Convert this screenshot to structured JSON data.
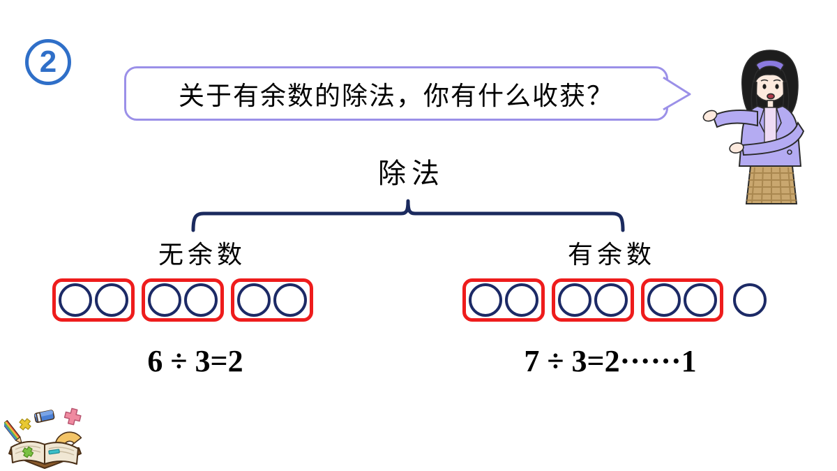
{
  "slide": {
    "badge_number": "2",
    "speech_bubble_text": "关于有余数的除法，你有什么收获？"
  },
  "diagram": {
    "root_label": "除法",
    "left_branch": {
      "label": "无余数",
      "equation": "6 ÷ 3=2",
      "row": {
        "groups": 3,
        "per_group": 2,
        "extra": 0
      }
    },
    "right_branch": {
      "label": "有余数",
      "equation": "7 ÷ 3=2······1",
      "row": {
        "groups": 3,
        "per_group": 2,
        "extra": 1
      }
    }
  },
  "icons": {
    "teacher": "teacher-character-illustration",
    "book": "math-tools-book-clipart",
    "bubble_tail": "speech-bubble-tail"
  },
  "colors": {
    "badge_blue": "#2f6fc8",
    "bubble_border": "#9b90e8",
    "group_box_red": "#ee1c1c",
    "counter_navy": "#1c2a66",
    "brace_navy": "#1b2a5e",
    "text_black": "#000000"
  }
}
